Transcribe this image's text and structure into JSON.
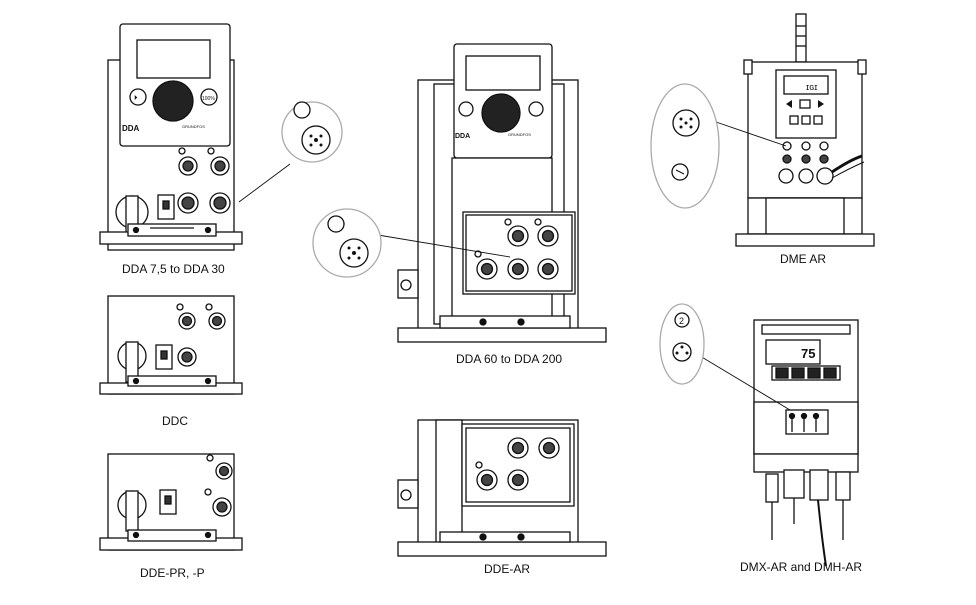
{
  "captions": {
    "dda_small": "DDA 7,5 to DDA 30",
    "ddc": "DDC",
    "dde": "DDE-PR, -P",
    "dda_large": "DDA 60 to DDA 200",
    "dde_ar": "DDE-AR",
    "dme_ar": "DME AR",
    "dmx_ar": "DMX-AR and DMH-AR"
  },
  "pump_labels": {
    "dda": "DDA",
    "brand": "GRUNDFOS",
    "percent_button": "100%",
    "dmx_display_value": "75"
  },
  "callout_numbers": {
    "dmx": "2"
  }
}
